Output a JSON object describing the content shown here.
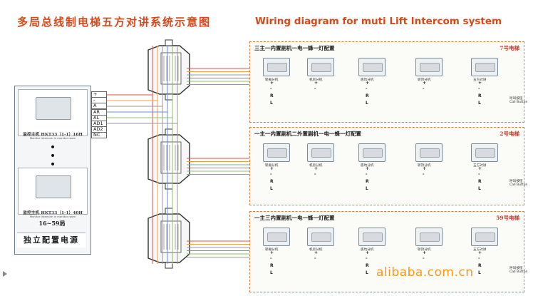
{
  "title": {
    "cn": "多局总线制电梯五方对讲系统示意图",
    "en": "Wiring diagram for muti Lift Intercom system"
  },
  "host": {
    "top_name": "监控主机 HKT33（1-1）16H",
    "top_sub": "Monitor Intercom in monitor room",
    "dots": "•\n•\n•",
    "bottom_name": "监控主机 HKT33（1-1）40H",
    "bottom_sub": "Monitor Intercom in monitor room",
    "range": "16~59局",
    "power": "独立配置电源"
  },
  "terminals": [
    "+",
    "-",
    "A",
    "AR",
    "AL",
    "AD1",
    "AD2",
    "NC"
  ],
  "panels": [
    {
      "title": "三主一内置副机一电一蜂一灯配置",
      "lift": "7号电梯",
      "device_labels": [
        "轿厢分机",
        "机房分机",
        "底坑分机",
        "轿顶分机",
        "五方对讲"
      ]
    },
    {
      "title": "一主一内置副机二外置副机一电一蜂一灯配置",
      "lift": "2号电梯",
      "device_labels": [
        "轿厢分机",
        "机房分机",
        "底坑分机",
        "轿顶分机",
        "五方对讲"
      ]
    },
    {
      "title": "一主三内置副机一电一蜂一灯配置",
      "lift": "59号电梯",
      "device_labels": [
        "轿厢分机",
        "机房分机",
        "底坑分机",
        "轿顶分机",
        "五方对讲"
      ]
    }
  ],
  "bus_letters": [
    "+",
    "-",
    "R",
    "L"
  ],
  "call_button": "呼叫按钮",
  "call_button_en": "Call Button",
  "watermark": "alibaba.com.cn",
  "colors": {
    "title": "#d6471a",
    "panel_border": "#e07a3a",
    "wire_red": "#e0524a",
    "wire_orange": "#f0a040",
    "wire_blue": "#6a8fd0",
    "wire_green": "#8fc060",
    "wire_gray": "#9a9a9a",
    "watermark": "#ff8c00"
  }
}
